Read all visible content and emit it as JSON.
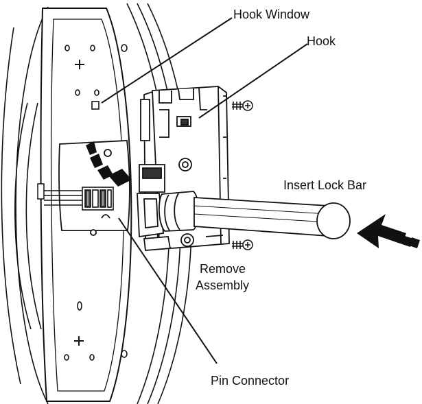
{
  "labels": {
    "hook_window": "Hook Window",
    "hook": "Hook",
    "insert_lock_bar": "Insert Lock Bar",
    "remove_line1": "Remove",
    "remove_line2": "Assembly",
    "pin_connector": "Pin Connector"
  },
  "colors": {
    "line": "#111111",
    "background": "#ffffff",
    "arrow_fill": "#111111"
  }
}
